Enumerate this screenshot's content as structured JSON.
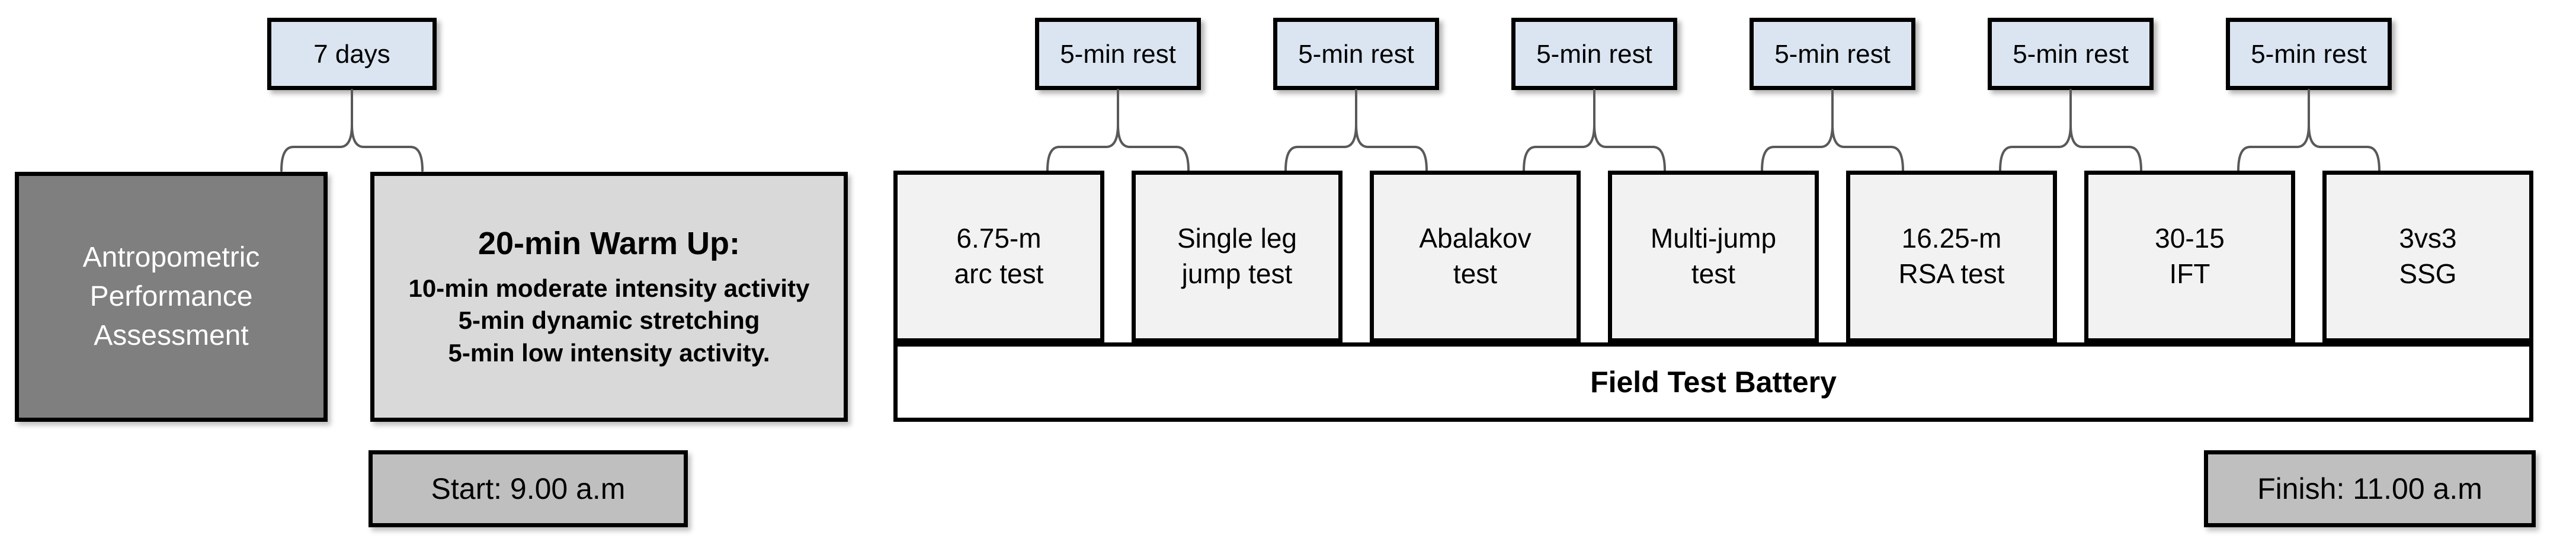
{
  "diagram": {
    "interval_label": "7 days",
    "assessment_lines": [
      "Antropometric",
      "Performance",
      "Assessment"
    ],
    "warmup": {
      "title": "20-min Warm Up:",
      "lines": [
        "10-min moderate intensity activity",
        "5-min dynamic stretching",
        "5-min low intensity activity."
      ]
    },
    "start_label": "Start: 9.00 a.m",
    "finish_label": "Finish: 11.00 a.m",
    "battery_label": "Field Test Battery",
    "rest_labels": [
      "5-min rest",
      "5-min rest",
      "5-min rest",
      "5-min rest",
      "5-min rest",
      "5-min rest"
    ],
    "tests": [
      [
        "6.75-m",
        "arc test"
      ],
      [
        "Single leg",
        "jump test"
      ],
      [
        "Abalakov",
        "test"
      ],
      [
        "Multi-jump",
        "test"
      ],
      [
        "16.25-m",
        "RSA test"
      ],
      [
        "30-15",
        "IFT"
      ],
      [
        "3vs3",
        "SSG"
      ]
    ],
    "colors": {
      "rest_box_fill": "#dbe5f1",
      "assessment_fill": "#7f7f7f",
      "warmup_fill": "#d9d9d9",
      "time_box_fill": "#bfbfbf",
      "test_box_fill": "#f2f2f2",
      "battery_fill": "#ffffff",
      "border": "#000000",
      "brace_stroke": "#595959",
      "assessment_text": "#ffffff"
    }
  }
}
